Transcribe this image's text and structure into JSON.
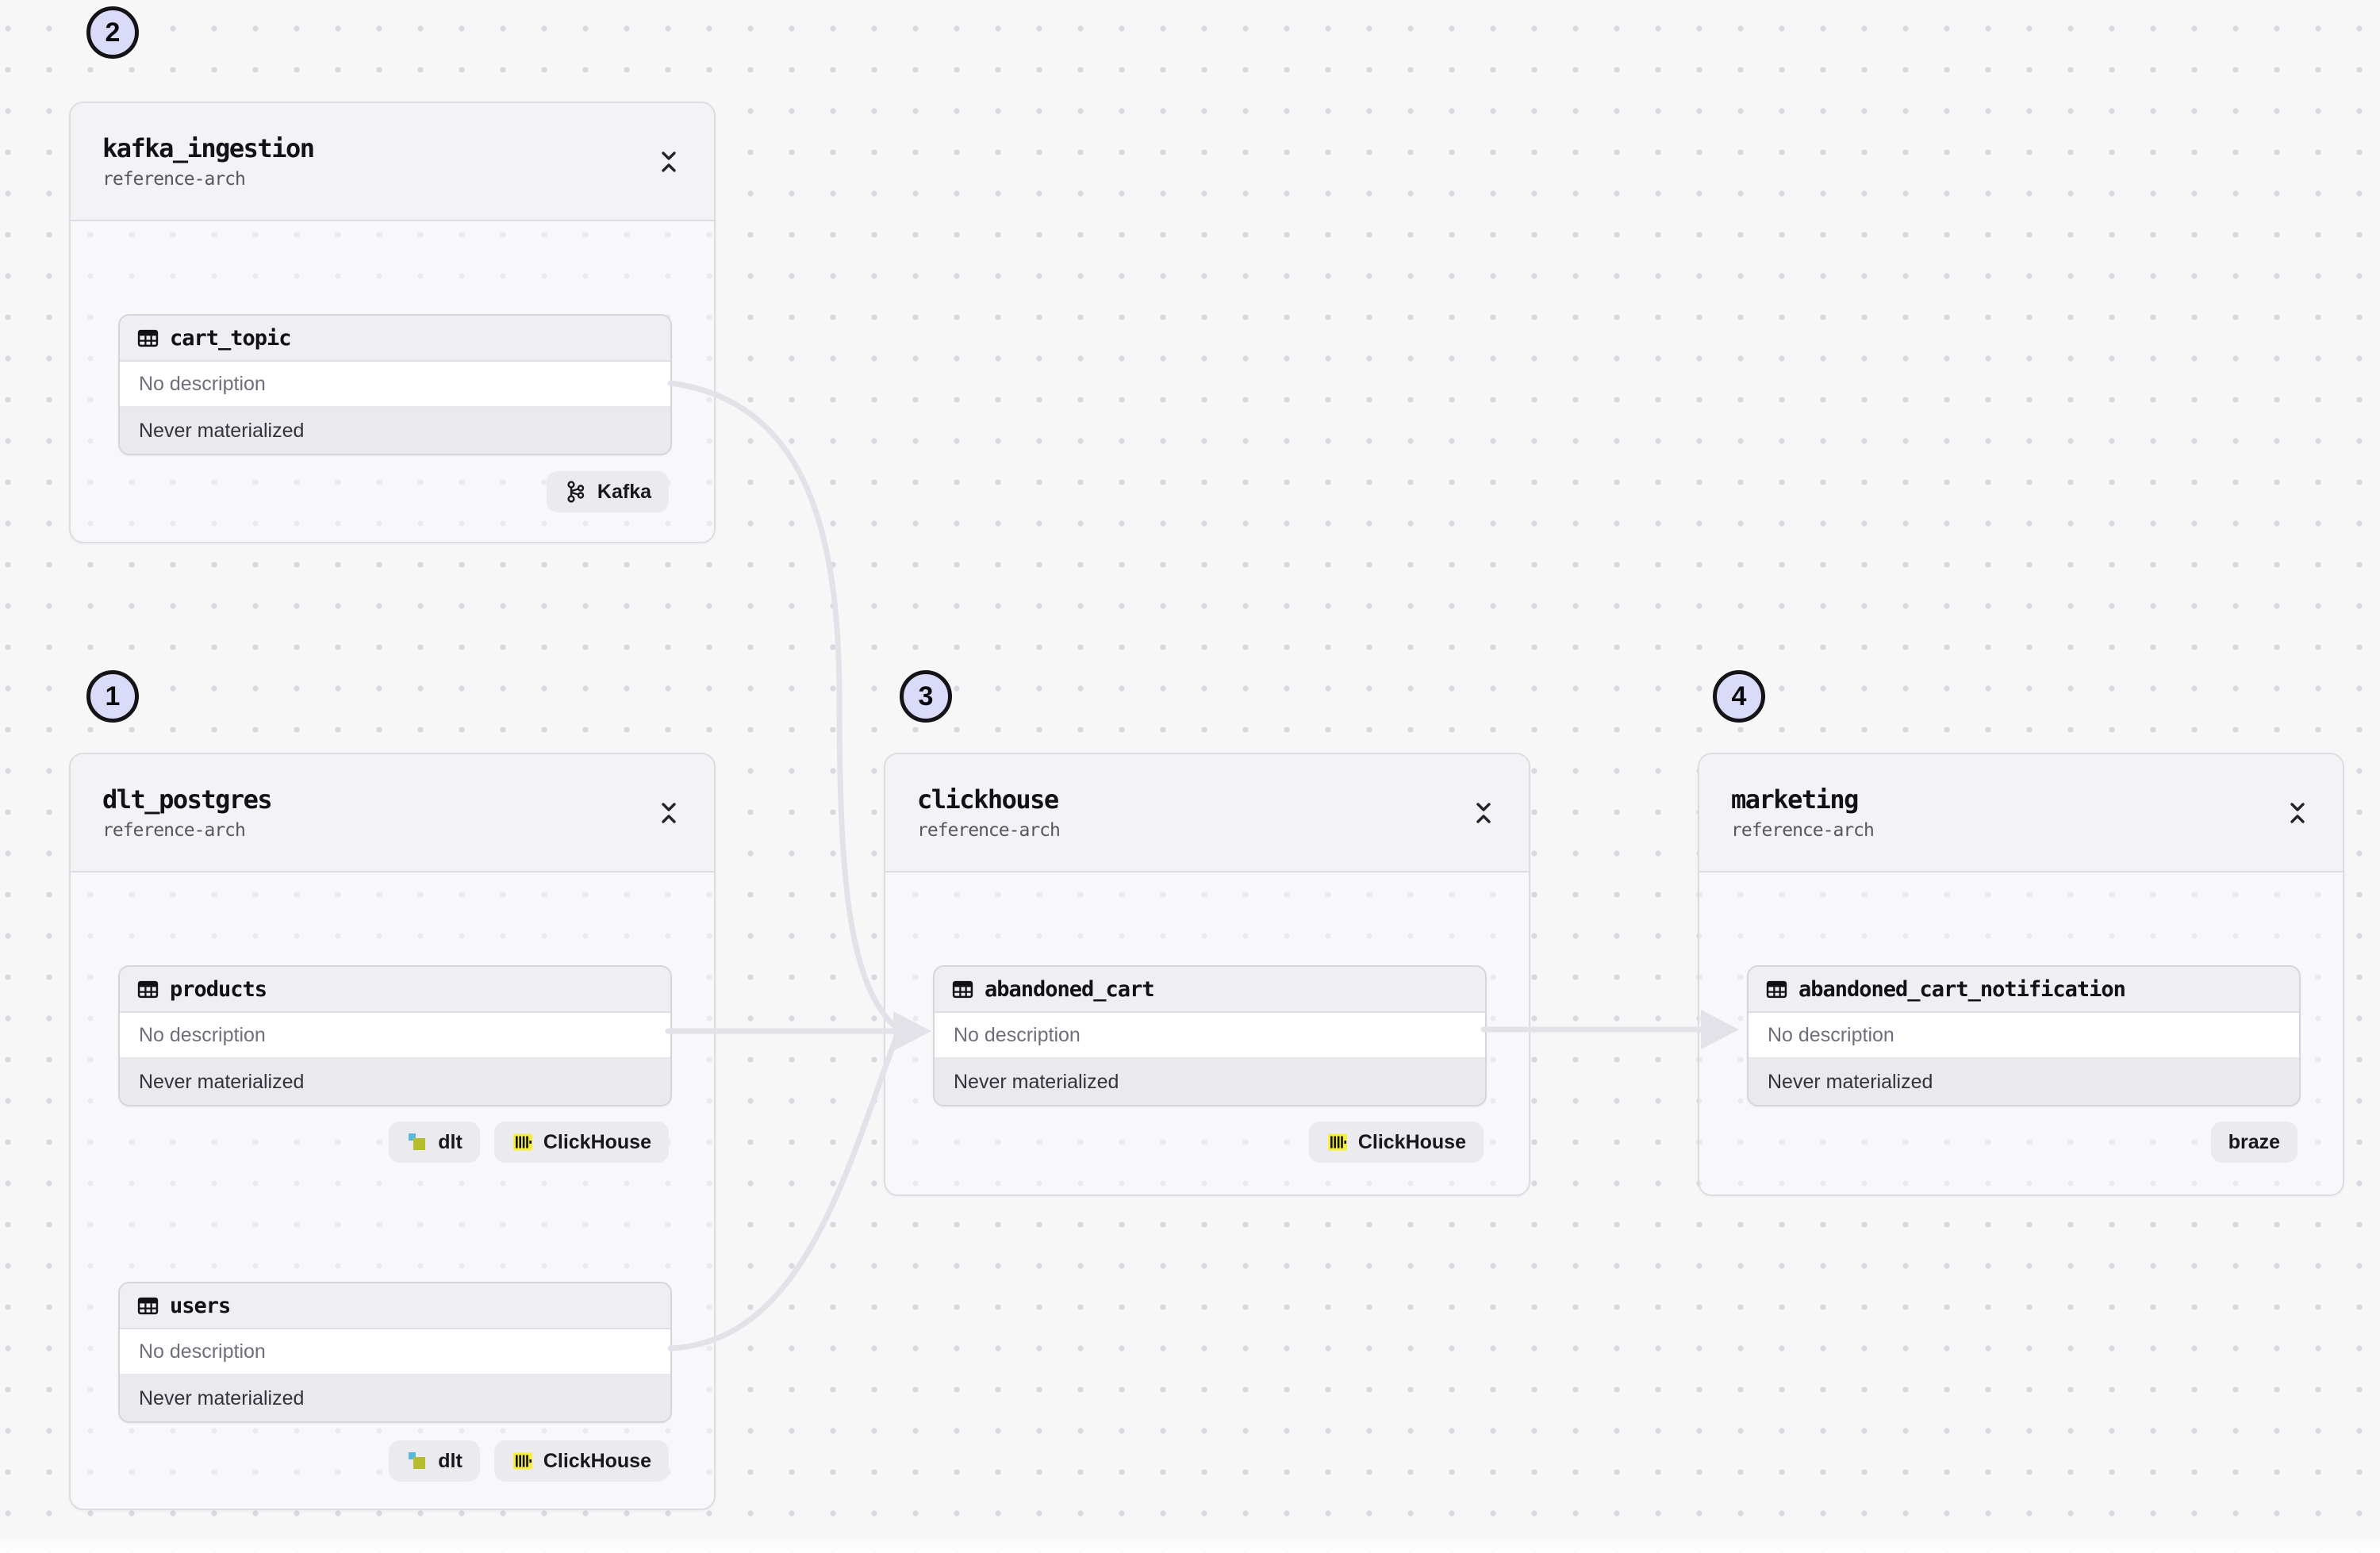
{
  "badges": [
    {
      "label": "1"
    },
    {
      "label": "2"
    },
    {
      "label": "3"
    },
    {
      "label": "4"
    }
  ],
  "groups": [
    {
      "title": "dlt_postgres",
      "subtitle": "reference-arch",
      "assets": [
        {
          "name": "products",
          "description": "No description",
          "status": "Never materialized",
          "tags": [
            {
              "label": "dlt",
              "icon": "dlt-icon"
            },
            {
              "label": "ClickHouse",
              "icon": "clickhouse-icon"
            }
          ]
        },
        {
          "name": "users",
          "description": "No description",
          "status": "Never materialized",
          "tags": [
            {
              "label": "dlt",
              "icon": "dlt-icon"
            },
            {
              "label": "ClickHouse",
              "icon": "clickhouse-icon"
            }
          ]
        }
      ]
    },
    {
      "title": "kafka_ingestion",
      "subtitle": "reference-arch",
      "assets": [
        {
          "name": "cart_topic",
          "description": "No description",
          "status": "Never materialized",
          "tags": [
            {
              "label": "Kafka",
              "icon": "kafka-icon"
            }
          ]
        }
      ]
    },
    {
      "title": "clickhouse",
      "subtitle": "reference-arch",
      "assets": [
        {
          "name": "abandoned_cart",
          "description": "No description",
          "status": "Never materialized",
          "tags": [
            {
              "label": "ClickHouse",
              "icon": "clickhouse-icon"
            }
          ]
        }
      ]
    },
    {
      "title": "marketing",
      "subtitle": "reference-arch",
      "assets": [
        {
          "name": "abandoned_cart_notification",
          "description": "No description",
          "status": "Never materialized",
          "tags": [
            {
              "label": "braze",
              "icon": null
            }
          ]
        }
      ]
    }
  ],
  "edges": [
    {
      "from": "cart_topic",
      "to": "abandoned_cart"
    },
    {
      "from": "products",
      "to": "abandoned_cart"
    },
    {
      "from": "users",
      "to": "abandoned_cart"
    },
    {
      "from": "abandoned_cart",
      "to": "abandoned_cart_notification"
    }
  ],
  "colors": {
    "edge": "#e2e2e8",
    "badge_fill": "#dadbf8",
    "badge_border": "#141418",
    "clickhouse_yellow": "#f6ed3d",
    "dlt_blue": "#58b9da",
    "dlt_green": "#b5bd2c"
  }
}
